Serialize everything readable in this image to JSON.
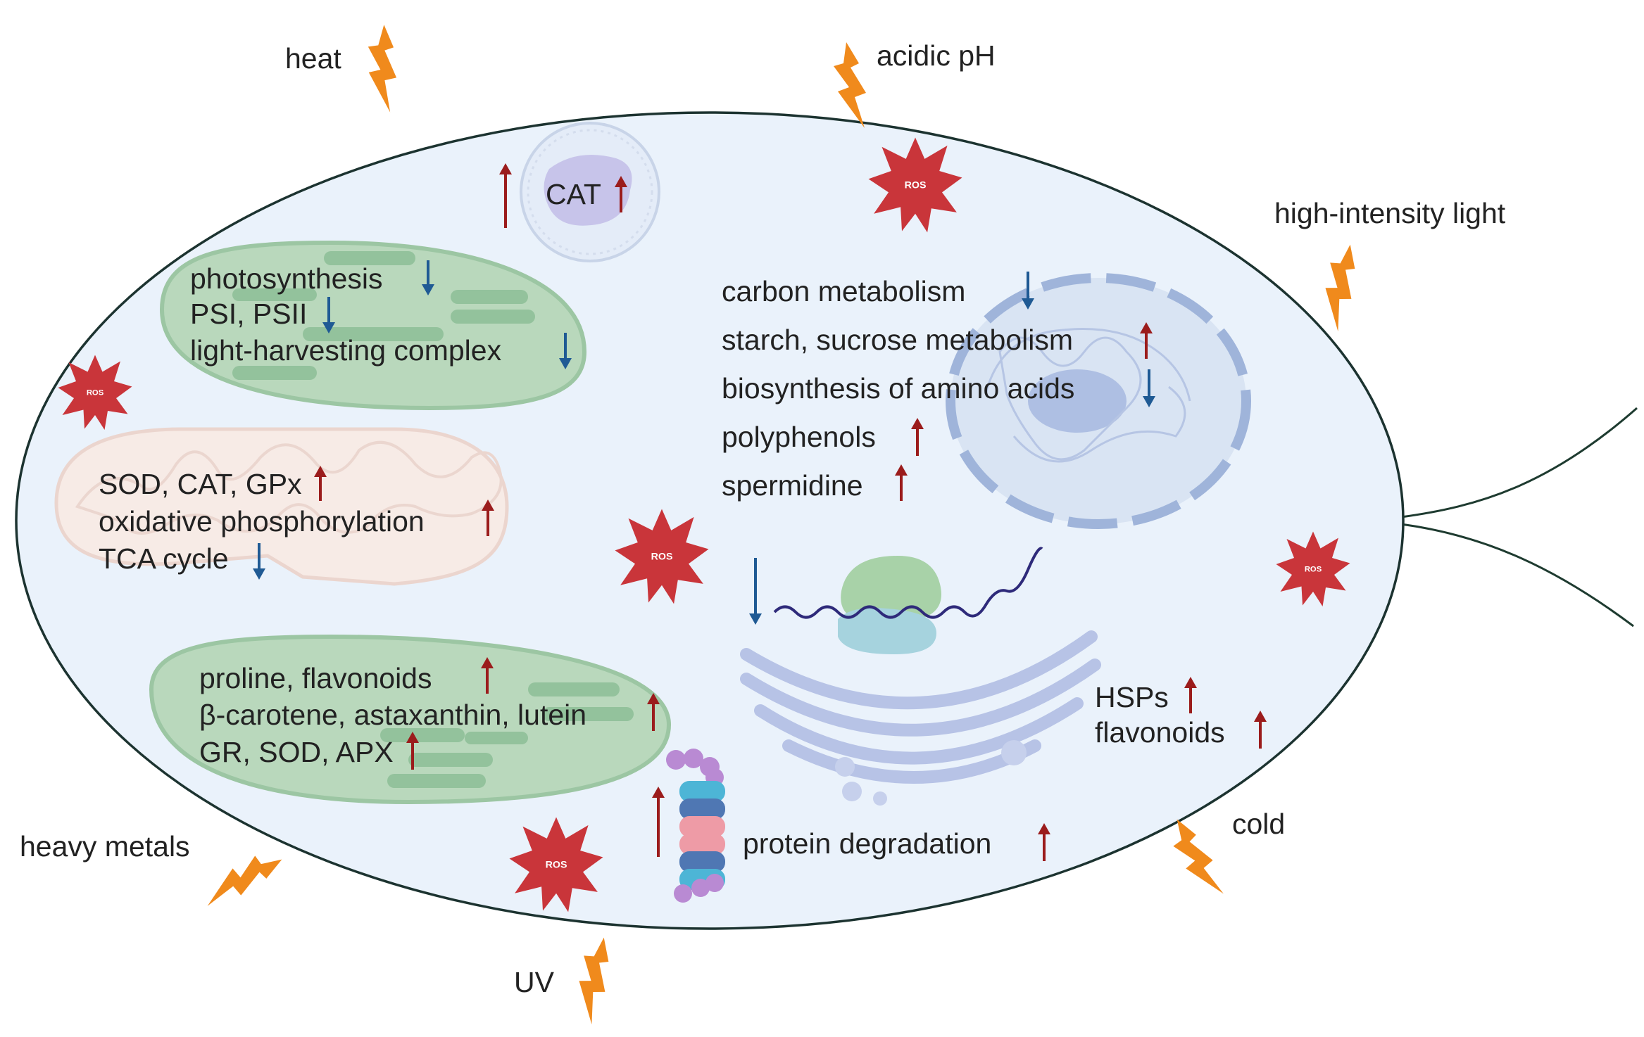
{
  "stressors": {
    "heat": "heat",
    "acidic_ph": "acidic pH",
    "high_light": "high-intensity light",
    "heavy_metals": "heavy metals",
    "uv": "UV",
    "cold": "cold"
  },
  "peroxisome": {
    "label": "CAT"
  },
  "ros_label": "ROS",
  "chloroplast_top": {
    "line1": "photosynthesis",
    "line2": "PSI, PSII",
    "line3": "light-harvesting complex"
  },
  "mitochondrion": {
    "line1": "SOD, CAT, GPx",
    "line2": "oxidative phosphorylation",
    "line3": "TCA cycle"
  },
  "chloroplast_bottom": {
    "line1": "proline, flavonoids",
    "line2": "β-carotene, astaxanthin, lutein",
    "line3": "GR, SOD, APX"
  },
  "nucleus": {
    "line1": "carbon metabolism",
    "line2": "starch, sucrose metabolism",
    "line3": "biosynthesis of amino acids",
    "line4": "polyphenols",
    "line5": "spermidine"
  },
  "er": {
    "line1": "HSPs",
    "line2": "flavonoids"
  },
  "proteasome": {
    "label": "protein degradation"
  },
  "colors": {
    "up_arrow": "#9b1c1c",
    "down_arrow": "#1f5a94",
    "lightning": "#f08a1c",
    "ros": "#c9353a",
    "cell_fill": "#eaf2fb",
    "chloroplast": "#b9d8bc",
    "mitochondrion": "#f7ebe6"
  }
}
